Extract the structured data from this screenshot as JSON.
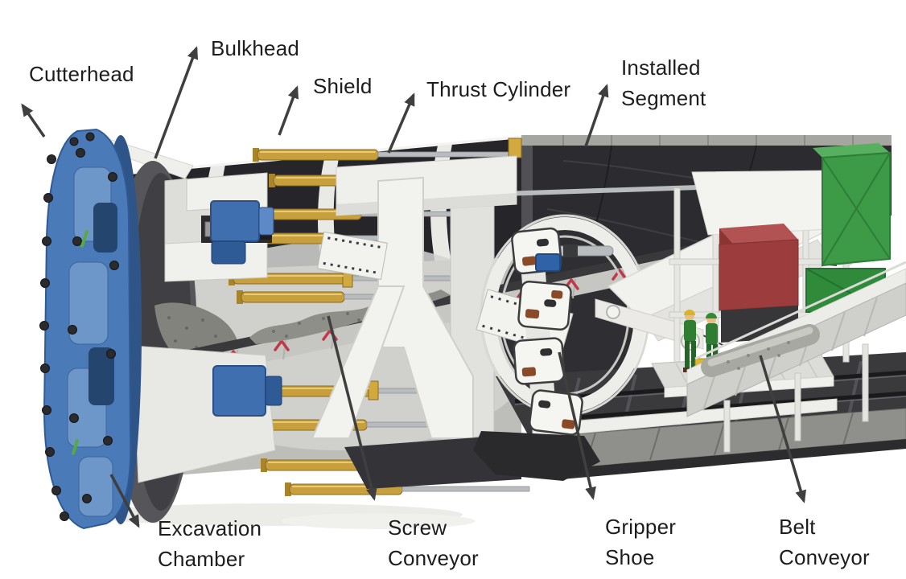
{
  "diagram": {
    "subject": "Tunnel boring machine cutaway with labeled parts",
    "background": "#ffffff"
  },
  "labels": [
    {
      "id": "cutterhead",
      "lines": [
        "Cutterhead"
      ]
    },
    {
      "id": "bulkhead",
      "lines": [
        "Bulkhead"
      ]
    },
    {
      "id": "shield",
      "lines": [
        "Shield"
      ]
    },
    {
      "id": "thrust-cylinder",
      "lines": [
        "Thrust Cylinder"
      ]
    },
    {
      "id": "installed-segment",
      "lines": [
        "Installed",
        "Segment"
      ]
    },
    {
      "id": "excavation-chamber",
      "lines": [
        "Excavation",
        "Chamber"
      ]
    },
    {
      "id": "screw-conveyor",
      "lines": [
        "Screw",
        "Conveyor"
      ]
    },
    {
      "id": "gripper-shoe",
      "lines": [
        "Gripper",
        "Shoe"
      ]
    },
    {
      "id": "belt-conveyor",
      "lines": [
        "Belt",
        "Conveyor"
      ]
    }
  ],
  "colors": {
    "label_text": "#1d1d1d",
    "arrow": "#3f3f3f",
    "cutterhead_blue": "#4a7ab8",
    "thrust_cylinder_gold": "#c79f3d",
    "piston_rod_silver": "#b9bcbe",
    "roller_red": "#c23848",
    "equipment_green": "#3d9a46",
    "equipment_maroon": "#9c3c3c",
    "tunnel_lining_dark": "#2c2c30",
    "structure_white": "#f2f2ee"
  }
}
